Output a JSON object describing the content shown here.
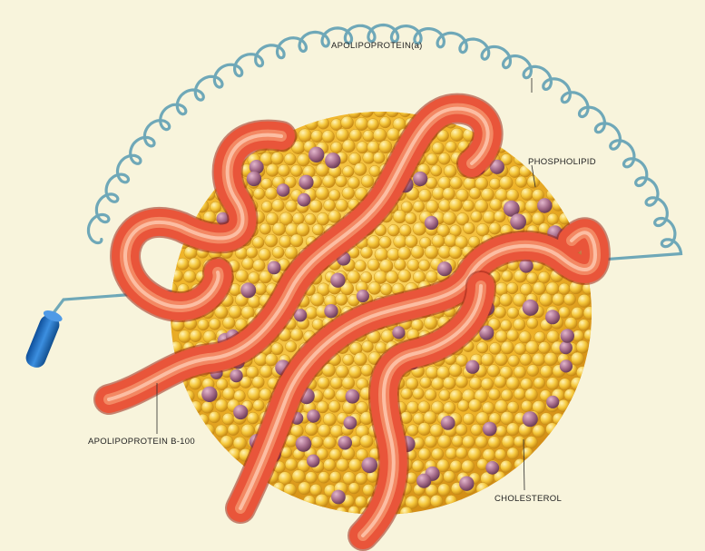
{
  "labels": {
    "apolipoprotein_a": "APOLIPOPROTEIN(a)",
    "phospholipid": "PHOSPHOLIPID",
    "apolipoprotein_b100": "APOLIPOPROTEIN B-100",
    "cholesterol": "CHOLESTEROL"
  },
  "colors": {
    "background": "#f8f4dc",
    "core_yellow": "#f2c12e",
    "core_light": "#fde98a",
    "core_shadow": "#c98a14",
    "phospholipid_head": "#a06a86",
    "tube_red": "#e9553a",
    "tube_light": "#f59a72",
    "tube_dark": "#b02e1f",
    "spiral_blue": "#6fa8b8",
    "end_cap_blue": "#1f6fc4"
  }
}
